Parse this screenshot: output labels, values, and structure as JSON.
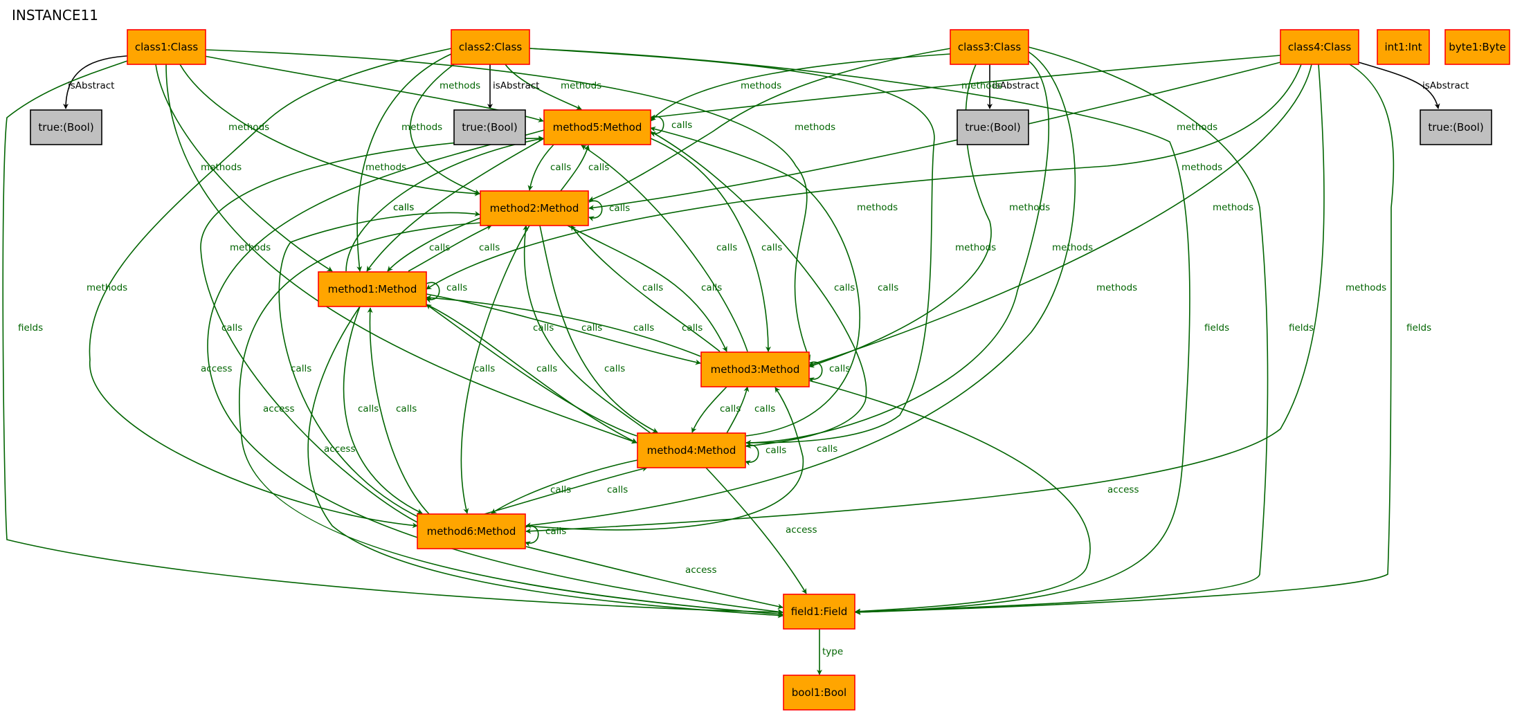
{
  "title": "INSTANCE11",
  "colors": {
    "node_fill": "#FFA500",
    "node_stroke": "#FF0000",
    "bool_fill": "#C0C0C0",
    "bool_stroke": "#000000",
    "edge_green": "#006400",
    "edge_black": "#000000"
  },
  "nodes": [
    {
      "id": "class1",
      "label": "class1:Class",
      "kind": "object"
    },
    {
      "id": "class2",
      "label": "class2:Class",
      "kind": "object"
    },
    {
      "id": "class3",
      "label": "class3:Class",
      "kind": "object"
    },
    {
      "id": "class4",
      "label": "class4:Class",
      "kind": "object"
    },
    {
      "id": "int1",
      "label": "int1:Int",
      "kind": "object"
    },
    {
      "id": "byte1",
      "label": "byte1:Byte",
      "kind": "object"
    },
    {
      "id": "true1",
      "label": "true:(Bool)",
      "kind": "value"
    },
    {
      "id": "true2",
      "label": "true:(Bool)",
      "kind": "value"
    },
    {
      "id": "true3",
      "label": "true:(Bool)",
      "kind": "value"
    },
    {
      "id": "true4",
      "label": "true:(Bool)",
      "kind": "value"
    },
    {
      "id": "method5",
      "label": "method5:Method",
      "kind": "object"
    },
    {
      "id": "method2",
      "label": "method2:Method",
      "kind": "object"
    },
    {
      "id": "method1",
      "label": "method1:Method",
      "kind": "object"
    },
    {
      "id": "method3",
      "label": "method3:Method",
      "kind": "object"
    },
    {
      "id": "method4",
      "label": "method4:Method",
      "kind": "object"
    },
    {
      "id": "method6",
      "label": "method6:Method",
      "kind": "object"
    },
    {
      "id": "field1",
      "label": "field1:Field",
      "kind": "object"
    },
    {
      "id": "bool1",
      "label": "bool1:Bool",
      "kind": "object"
    }
  ],
  "edges": [
    {
      "from": "class1",
      "to": "true1",
      "label": "isAbstract",
      "color": "black"
    },
    {
      "from": "class2",
      "to": "true2",
      "label": "isAbstract",
      "color": "black"
    },
    {
      "from": "class3",
      "to": "true3",
      "label": "isAbstract",
      "color": "black"
    },
    {
      "from": "class4",
      "to": "true4",
      "label": "isAbstract",
      "color": "black"
    },
    {
      "from": "class1",
      "to": "method5",
      "label": "methods",
      "color": "green"
    },
    {
      "from": "class1",
      "to": "method2",
      "label": "methods",
      "color": "green"
    },
    {
      "from": "class1",
      "to": "method1",
      "label": "methods",
      "color": "green"
    },
    {
      "from": "class1",
      "to": "method4",
      "label": "methods",
      "color": "green"
    },
    {
      "from": "class1",
      "to": "method3",
      "label": "methods",
      "color": "green"
    },
    {
      "from": "class1",
      "to": "field1",
      "label": "fields",
      "color": "green"
    },
    {
      "from": "class2",
      "to": "method5",
      "label": "methods",
      "color": "green"
    },
    {
      "from": "class2",
      "to": "method2",
      "label": "methods",
      "color": "green"
    },
    {
      "from": "class2",
      "to": "method1",
      "label": "methods",
      "color": "green"
    },
    {
      "from": "class2",
      "to": "method6",
      "label": "methods",
      "color": "green"
    },
    {
      "from": "class2",
      "to": "method4",
      "label": "methods",
      "color": "green"
    },
    {
      "from": "class2",
      "to": "field1",
      "label": "fields",
      "color": "green"
    },
    {
      "from": "class3",
      "to": "method5",
      "label": "methods",
      "color": "green"
    },
    {
      "from": "class3",
      "to": "method2",
      "label": "methods",
      "color": "green"
    },
    {
      "from": "class3",
      "to": "method3",
      "label": "methods",
      "color": "green"
    },
    {
      "from": "class3",
      "to": "method4",
      "label": "methods",
      "color": "green"
    },
    {
      "from": "class3",
      "to": "method6",
      "label": "methods",
      "color": "green"
    },
    {
      "from": "class3",
      "to": "field1",
      "label": "fields",
      "color": "green"
    },
    {
      "from": "class4",
      "to": "method5",
      "label": "methods",
      "color": "green"
    },
    {
      "from": "class4",
      "to": "method2",
      "label": "methods",
      "color": "green"
    },
    {
      "from": "class4",
      "to": "method1",
      "label": "methods",
      "color": "green"
    },
    {
      "from": "class4",
      "to": "method3",
      "label": "methods",
      "color": "green"
    },
    {
      "from": "class4",
      "to": "method6",
      "label": "methods",
      "color": "green"
    },
    {
      "from": "class4",
      "to": "field1",
      "label": "fields",
      "color": "green"
    },
    {
      "from": "method5",
      "to": "method5",
      "label": "calls",
      "color": "green"
    },
    {
      "from": "method5",
      "to": "method2",
      "label": "calls",
      "color": "green"
    },
    {
      "from": "method2",
      "to": "method5",
      "label": "calls",
      "color": "green"
    },
    {
      "from": "method5",
      "to": "method1",
      "label": "calls",
      "color": "green"
    },
    {
      "from": "method1",
      "to": "method5",
      "label": "calls",
      "color": "green"
    },
    {
      "from": "method5",
      "to": "method3",
      "label": "calls",
      "color": "green"
    },
    {
      "from": "method3",
      "to": "method5",
      "label": "calls",
      "color": "green"
    },
    {
      "from": "method5",
      "to": "method4",
      "label": "calls",
      "color": "green"
    },
    {
      "from": "method4",
      "to": "method5",
      "label": "calls",
      "color": "green"
    },
    {
      "from": "method6",
      "to": "method5",
      "label": "calls",
      "color": "green"
    },
    {
      "from": "method2",
      "to": "method2",
      "label": "calls",
      "color": "green"
    },
    {
      "from": "method2",
      "to": "method1",
      "label": "calls",
      "color": "green"
    },
    {
      "from": "method1",
      "to": "method2",
      "label": "calls",
      "color": "green"
    },
    {
      "from": "method2",
      "to": "method3",
      "label": "calls",
      "color": "green"
    },
    {
      "from": "method3",
      "to": "method2",
      "label": "calls",
      "color": "green"
    },
    {
      "from": "method2",
      "to": "method4",
      "label": "calls",
      "color": "green"
    },
    {
      "from": "method4",
      "to": "method2",
      "label": "calls",
      "color": "green"
    },
    {
      "from": "method2",
      "to": "method6",
      "label": "calls",
      "color": "green"
    },
    {
      "from": "method6",
      "to": "method2",
      "label": "calls",
      "color": "green"
    },
    {
      "from": "method1",
      "to": "method1",
      "label": "calls",
      "color": "green"
    },
    {
      "from": "method1",
      "to": "method3",
      "label": "calls",
      "color": "green"
    },
    {
      "from": "method3",
      "to": "method1",
      "label": "calls",
      "color": "green"
    },
    {
      "from": "method1",
      "to": "method4",
      "label": "calls",
      "color": "green"
    },
    {
      "from": "method4",
      "to": "method1",
      "label": "calls",
      "color": "green"
    },
    {
      "from": "method1",
      "to": "method6",
      "label": "calls",
      "color": "green"
    },
    {
      "from": "method6",
      "to": "method1",
      "label": "calls",
      "color": "green"
    },
    {
      "from": "method3",
      "to": "method3",
      "label": "calls",
      "color": "green"
    },
    {
      "from": "method3",
      "to": "method4",
      "label": "calls",
      "color": "green"
    },
    {
      "from": "method4",
      "to": "method3",
      "label": "calls",
      "color": "green"
    },
    {
      "from": "method6",
      "to": "method3",
      "label": "calls",
      "color": "green"
    },
    {
      "from": "method4",
      "to": "method4",
      "label": "calls",
      "color": "green"
    },
    {
      "from": "method4",
      "to": "method6",
      "label": "calls",
      "color": "green"
    },
    {
      "from": "method6",
      "to": "method4",
      "label": "calls",
      "color": "green"
    },
    {
      "from": "method6",
      "to": "method6",
      "label": "calls",
      "color": "green"
    },
    {
      "from": "method5",
      "to": "field1",
      "label": "access",
      "color": "green"
    },
    {
      "from": "method2",
      "to": "field1",
      "label": "access",
      "color": "green"
    },
    {
      "from": "method1",
      "to": "field1",
      "label": "access",
      "color": "green"
    },
    {
      "from": "method3",
      "to": "field1",
      "label": "access",
      "color": "green"
    },
    {
      "from": "method4",
      "to": "field1",
      "label": "access",
      "color": "green"
    },
    {
      "from": "method6",
      "to": "field1",
      "label": "access",
      "color": "green"
    },
    {
      "from": "field1",
      "to": "bool1",
      "label": "type",
      "color": "green"
    }
  ]
}
